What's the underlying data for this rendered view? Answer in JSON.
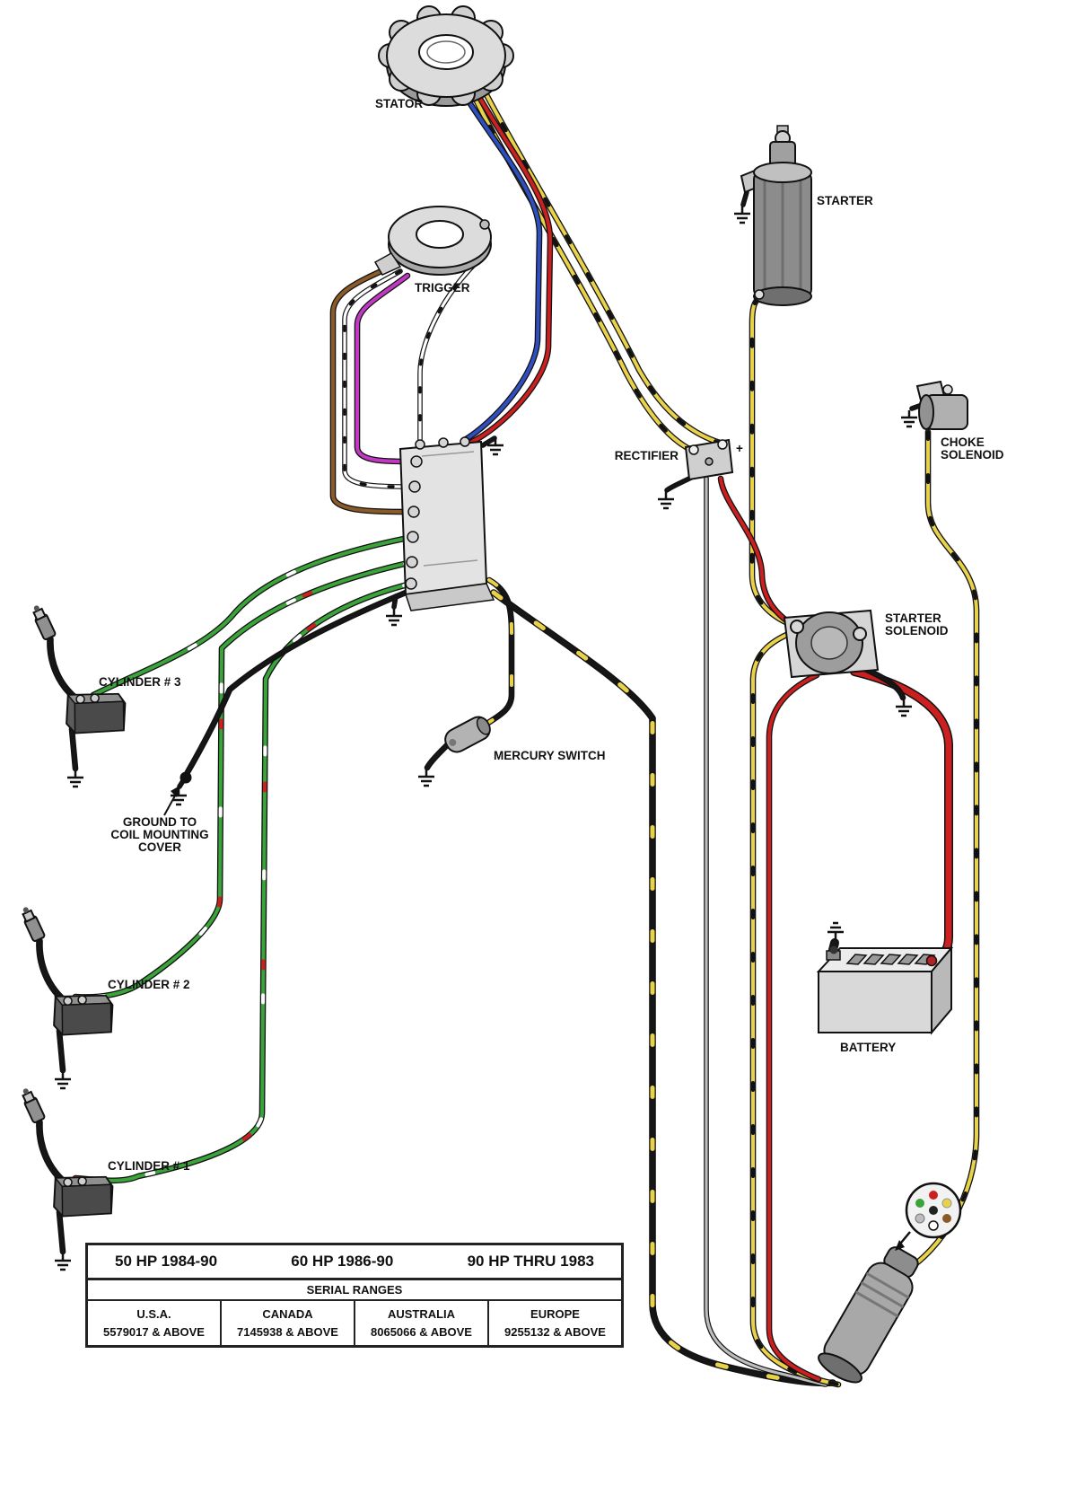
{
  "diagram_labels": {
    "stator": "STATOR",
    "trigger": "TRIGGER",
    "starter": "STARTER",
    "choke_solenoid_line1": "CHOKE",
    "choke_solenoid_line2": "SOLENOID",
    "rectifier": "RECTIFIER",
    "rectifier_polarity": "+",
    "starter_solenoid_line1": "STARTER",
    "starter_solenoid_line2": "SOLENOID",
    "mercury_switch": "MERCURY SWITCH",
    "cylinder_3": "CYLINDER # 3",
    "cylinder_2": "CYLINDER # 2",
    "cylinder_1": "CYLINDER # 1",
    "ground_note_line1": "GROUND TO",
    "ground_note_line2": "COIL MOUNTING",
    "ground_note_line3": "COVER",
    "battery": "BATTERY"
  },
  "wire_colors": {
    "yellow": "#e8d24a",
    "red": "#cc2020",
    "green": "#3aa33a",
    "blue": "#2f4fc0",
    "brown": "#8a5a28",
    "purple": "#c238c2",
    "black": "#161616",
    "gray": "#bdbdbd",
    "white": "#ffffff"
  },
  "spec_table": {
    "models": [
      "50 HP 1984-90",
      "60 HP 1986-90",
      "90 HP THRU 1983"
    ],
    "serial_ranges_title": "SERIAL RANGES",
    "columns": [
      {
        "region": "U.S.A.",
        "serial": "5579017 & ABOVE"
      },
      {
        "region": "CANADA",
        "serial": "7145938 & ABOVE"
      },
      {
        "region": "AUSTRALIA",
        "serial": "8065066 & ABOVE"
      },
      {
        "region": "EUROPE",
        "serial": "9255132 & ABOVE"
      }
    ]
  }
}
